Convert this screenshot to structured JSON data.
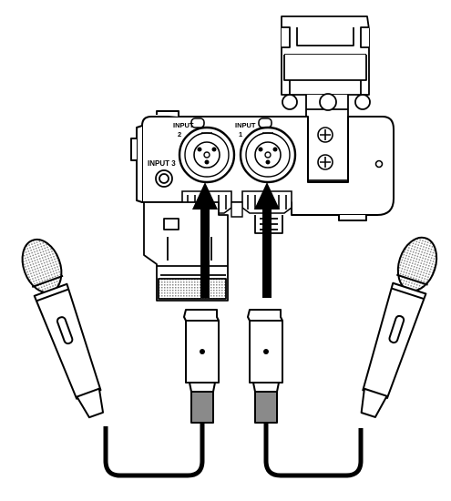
{
  "labels": {
    "input2": "INPUT",
    "input2_num": "2",
    "input1": "INPUT",
    "input1_num": "1",
    "input3": "INPUT 3"
  },
  "icons": [
    "device",
    "xlr-combo-jack",
    "microphone",
    "xlr-plug",
    "cable",
    "arrow-up",
    "mount-bracket",
    "screw"
  ],
  "colors": {
    "ink": "#000000",
    "paper": "#ffffff",
    "shade": "#8a8a8a",
    "dark-shade": "#555555"
  }
}
